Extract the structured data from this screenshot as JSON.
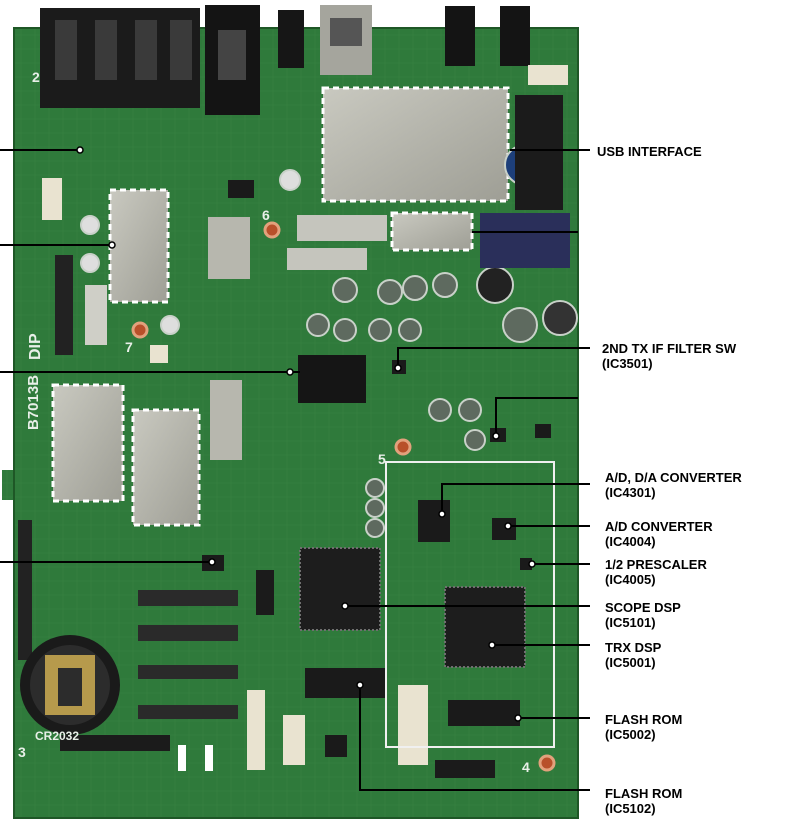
{
  "board": {
    "silkscreen": {
      "n2": "2",
      "n6": "6",
      "n5": "5",
      "n7": "7",
      "n3": "3",
      "n4": "4",
      "dip": "DIP",
      "code": "B7013B",
      "battery": "CR2032"
    }
  },
  "labels": [
    {
      "id": "usb",
      "name": "USB INTERFACE",
      "ref": ""
    },
    {
      "id": "tx-if",
      "name": "2ND TX IF FILTER SW",
      "ref": "(IC3501)"
    },
    {
      "id": "ad-da",
      "name": "A/D, D/A CONVERTER",
      "ref": "(IC4301)"
    },
    {
      "id": "ad",
      "name": "A/D CONVERTER",
      "ref": "(IC4004)"
    },
    {
      "id": "prescaler",
      "name": "1/2 PRESCALER",
      "ref": "(IC4005)"
    },
    {
      "id": "scope",
      "name": "SCOPE DSP",
      "ref": "(IC5101)"
    },
    {
      "id": "trx",
      "name": "TRX DSP",
      "ref": "(IC5001)"
    },
    {
      "id": "flash1",
      "name": "FLASH ROM",
      "ref": "(IC5002)"
    },
    {
      "id": "flash2",
      "name": "FLASH ROM",
      "ref": "(IC5102)"
    }
  ]
}
